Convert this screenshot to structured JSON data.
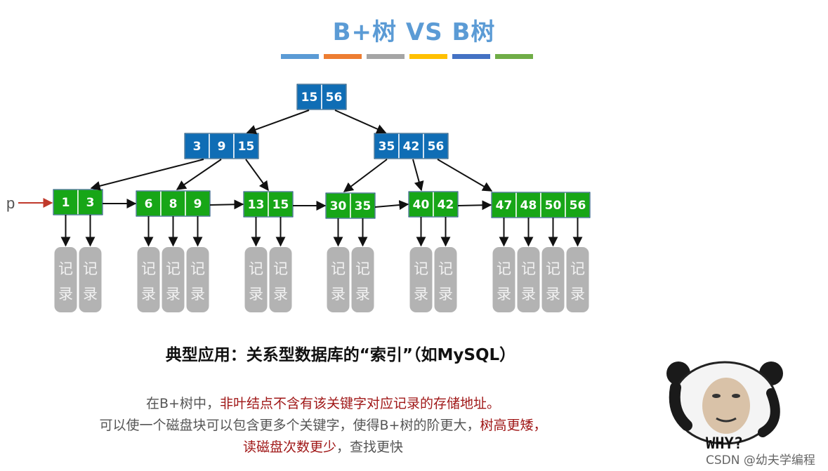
{
  "title": "B+树 VS B树",
  "color_bars": [
    "#5b9bd5",
    "#ed7d31",
    "#a5a5a5",
    "#ffc000",
    "#4472c4",
    "#70ad47"
  ],
  "colors": {
    "internal_node": "#0f6db5",
    "leaf_node": "#17a617",
    "record": "#b3b3b3",
    "pointer_arrow": "#c0392b"
  },
  "tree": {
    "root": [
      "15",
      "56"
    ],
    "internal": [
      [
        "3",
        "9",
        "15"
      ],
      [
        "35",
        "42",
        "56"
      ]
    ],
    "leaves": [
      [
        "1",
        "3"
      ],
      [
        "6",
        "8",
        "9"
      ],
      [
        "13",
        "15"
      ],
      [
        "30",
        "35"
      ],
      [
        "40",
        "42"
      ],
      [
        "47",
        "48",
        "50",
        "56"
      ]
    ],
    "record_label": [
      "记",
      "录"
    ],
    "pointer_label": "p"
  },
  "application": "典型应用：关系型数据库的“索引”（如MySQL）",
  "description": {
    "line1_prefix": "在B+树中，",
    "line1_highlight": "非叶结点不含有该关键字对应记录的存储地址。",
    "line2_prefix": "可以使一个磁盘块可以包含更多个关键字，使得B+树的阶更大，",
    "line2_highlight": "树高更矮，",
    "line3_highlight": "读磁盘次数更少",
    "line3_suffix": "，查找更快"
  },
  "meme_caption": "WHY?",
  "credit": "CSDN @幼夫学编程"
}
